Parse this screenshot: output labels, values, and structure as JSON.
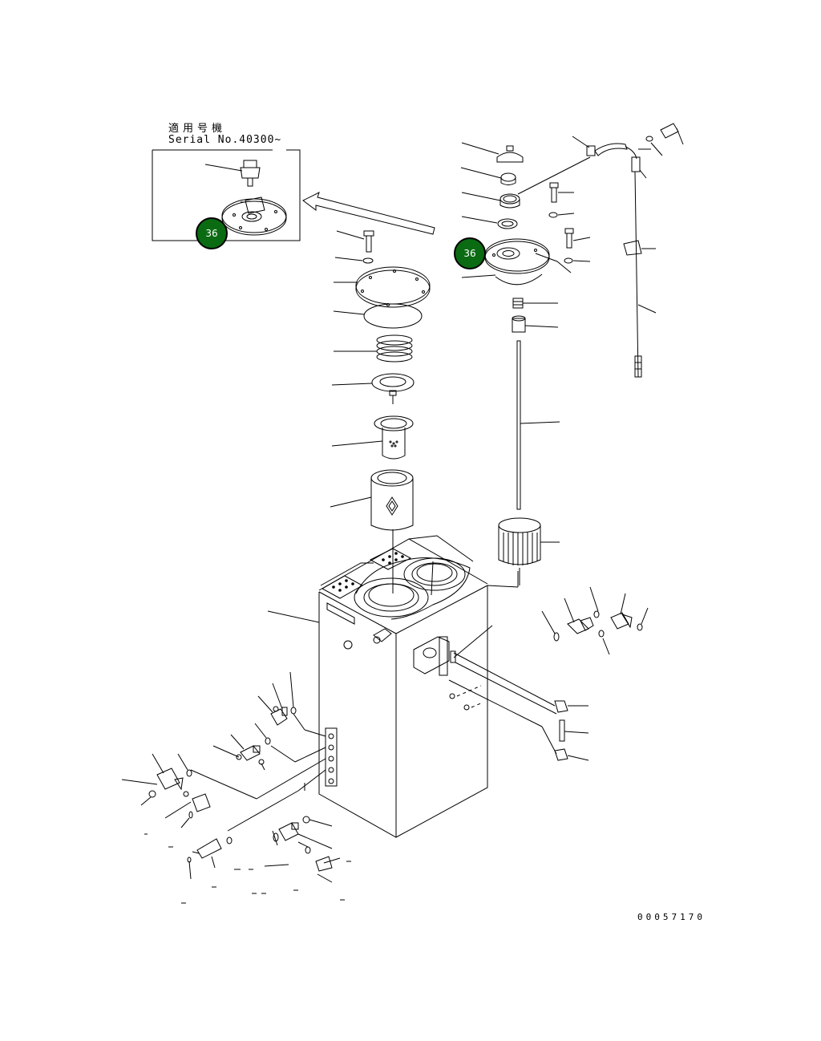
{
  "inset": {
    "applicable_label": "適用号機",
    "serial_label": "Serial No.40300~"
  },
  "callouts": [
    {
      "number": "36"
    },
    {
      "number": "36"
    }
  ],
  "drawing_number": "00057170"
}
